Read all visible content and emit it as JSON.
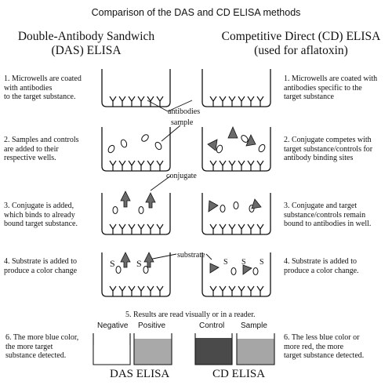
{
  "title": "Comparison of the DAS and CD ELISA methods",
  "das_heading": [
    "Double-Antibody Sandwich",
    "(DAS) ELISA"
  ],
  "cd_heading": [
    "Competitive Direct (CD) ELISA",
    "(used for aflatoxin)"
  ],
  "das_steps": [
    [
      "1. Microwells are coated",
      "with antibodies",
      "to the target substance."
    ],
    [
      "2. Samples and controls",
      "are added to their",
      "respective wells."
    ],
    [
      "3. Conjugate is added,",
      "which binds to already",
      "bound target substance."
    ],
    [
      "4. Substrate is added to",
      "produce a color change"
    ]
  ],
  "cd_steps": [
    [
      "1. Microwells are coated with",
      "antibodies specific to the",
      "target substance"
    ],
    [
      "2. Conjugate competes with",
      "target substance/controls for",
      "antibody binding sites"
    ],
    [
      "3. Conjugate and target",
      "substance/controls remain",
      "bound to antibodies in well."
    ],
    [
      "4. Substrate is added to",
      "produce a color change."
    ]
  ],
  "step5": "5. Results are read visually or in a reader.",
  "das_result": [
    "6. The more blue color,",
    "the more target",
    "substance detected."
  ],
  "cd_result": [
    "6. The less blue color or",
    "more red, the more",
    "target substance detected."
  ],
  "labels": {
    "antibodies": "antibodies",
    "sample": "sample",
    "conjugate": "conjugate",
    "substrate": "substrate",
    "s": "S"
  },
  "wells": {
    "negative": "Negative",
    "positive": "Positive",
    "control": "Control",
    "sample": "Sample"
  },
  "footer": {
    "das": "DAS ELISA",
    "cd": "CD ELISA"
  },
  "colors": {
    "ink": "#111111",
    "arrow_fill": "#6a6a6a",
    "positive_fill": "#a9a9a9",
    "control_fill": "#4a4a4a",
    "sample_fill": "#a6a6a6"
  }
}
